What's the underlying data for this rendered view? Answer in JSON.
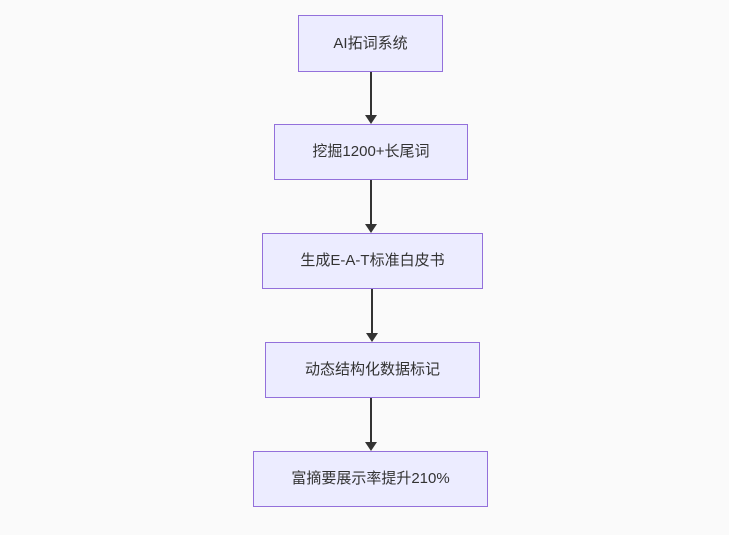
{
  "diagram": {
    "type": "flowchart",
    "direction": "top-down",
    "nodes": [
      {
        "label": "AI拓词系统"
      },
      {
        "label": "挖掘1200+长尾词"
      },
      {
        "label": "生成E-A-T标准白皮书"
      },
      {
        "label": "动态结构化数据标记"
      },
      {
        "label": "富摘要展示率提升210%"
      }
    ],
    "edges": [
      {
        "from": "AI拓词系统",
        "to": "挖掘1200+长尾词"
      },
      {
        "from": "挖掘1200+长尾词",
        "to": "生成E-A-T标准白皮书"
      },
      {
        "from": "生成E-A-T标准白皮书",
        "to": "动态结构化数据标记"
      },
      {
        "from": "动态结构化数据标记",
        "to": "富摘要展示率提升210%"
      }
    ],
    "colors": {
      "node_fill": "#ECECFF",
      "node_border": "#9370DB",
      "text": "#333333",
      "arrow": "#333333",
      "background": "#FAFAFA"
    }
  }
}
